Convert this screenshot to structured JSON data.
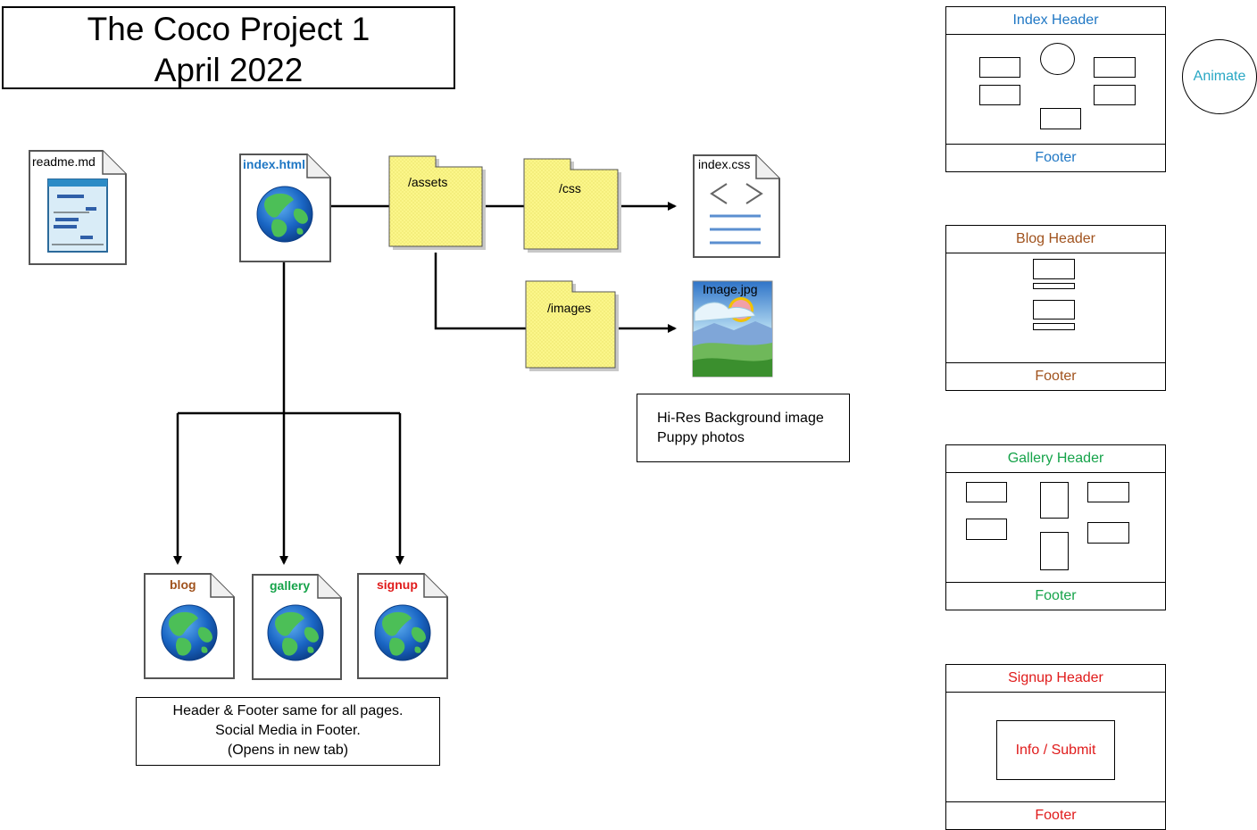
{
  "title": {
    "line1": "The Coco Project 1",
    "line2": "April 2022"
  },
  "files": {
    "readme": "readme.md",
    "index_html": "index.html",
    "index_css": "index.css",
    "image_jpg": "Image.jpg",
    "blog": "blog",
    "gallery": "gallery",
    "signup": "signup"
  },
  "folders": {
    "assets": "/assets",
    "css": "/css",
    "images": "/images"
  },
  "notes": {
    "images_note": [
      "Hi-Res Background image",
      "Puppy photos"
    ],
    "pages_note": [
      "Header & Footer same for all pages.",
      "Social Media in Footer.",
      "(Opens in new tab)"
    ]
  },
  "wireframes": {
    "index": {
      "header": "Index Header",
      "footer": "Footer",
      "color": "#1f77c4"
    },
    "blog": {
      "header": "Blog Header",
      "footer": "Footer",
      "color": "#a0521d"
    },
    "gallery": {
      "header": "Gallery Header",
      "footer": "Footer",
      "color": "#16a34a"
    },
    "signup": {
      "header": "Signup Header",
      "footer": "Footer",
      "color": "#e01b1b",
      "body_label": "Info / Submit"
    }
  },
  "animate_label": "Animate",
  "colors": {
    "folder_fill": "#fbf68a",
    "index_label": "#1f77c4",
    "blog_label": "#a0521d",
    "gallery_label": "#16a34a",
    "signup_label": "#e01b1b",
    "animate": "#28a7c4"
  }
}
